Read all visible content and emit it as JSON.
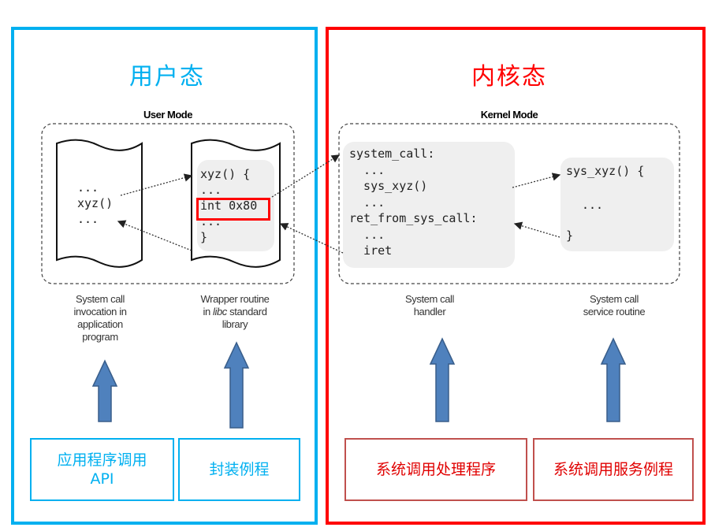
{
  "user_panel": {
    "title": "用户态",
    "mode_label": "User Mode",
    "app_code": [
      "...",
      "xyz()",
      "..."
    ],
    "wrapper_code": [
      "xyz() {",
      "...",
      "int 0x80",
      "...",
      "}"
    ],
    "app_caption": [
      "System call",
      "invocation in",
      "application",
      "program"
    ],
    "wrapper_caption_1": "Wrapper routine",
    "wrapper_caption_2_prefix": "in ",
    "wrapper_caption_2_italic": "libc",
    "wrapper_caption_2_suffix": " standard",
    "wrapper_caption_3": "library",
    "box_api_line1": "应用程序调用",
    "box_api_line2": "API",
    "box_wrapper": "封装例程",
    "color": "#00b0f0"
  },
  "kernel_panel": {
    "title": "内核态",
    "mode_label": "Kernel Mode",
    "handler_code": [
      "system_call:",
      "  ...",
      "  sys_xyz()",
      "  ...",
      "ret_from_sys_call:",
      "  ...",
      "  iret"
    ],
    "service_code": [
      "sys_xyz() {",
      "...",
      "}"
    ],
    "handler_caption": [
      "System call",
      "handler"
    ],
    "service_caption": [
      "System call",
      "service routine"
    ],
    "box_handler": "系统调用处理程序",
    "box_service": "系统调用服务例程",
    "color": "#ff0000"
  },
  "colors": {
    "arrow_fill": "#4f81bd",
    "arrow_stroke": "#385d8a",
    "bottom_red_border": "#c0504d"
  }
}
